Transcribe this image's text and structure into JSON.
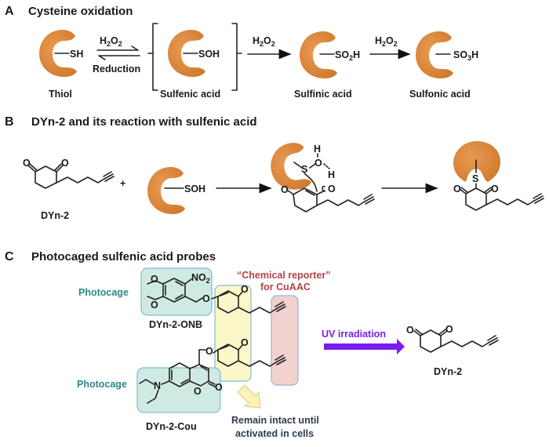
{
  "colors": {
    "protein": "#de8a3c",
    "photocage_text": "#2a8a88",
    "reporter_text": "#b04545",
    "uv_arrow": "#7a1cf0",
    "note_text": "#2c3a4d",
    "photocage_box": "#cfeae3",
    "core_box": "#fbf7c8",
    "reporter_box": "#f3d1cf"
  },
  "panel_a": {
    "letter": "A",
    "title": "Cysteine oxidation",
    "species": [
      {
        "group": "SH",
        "name": "Thiol"
      },
      {
        "group": "SOH",
        "name": "Sulfenic acid"
      },
      {
        "group": "SO2H",
        "group_main": "SO",
        "group_sub": "2",
        "group_tail": "H",
        "name": "Sulfinic acid"
      },
      {
        "group": "SO3H",
        "group_main": "SO",
        "group_sub": "3",
        "group_tail": "H",
        "name": "Sulfonic acid"
      }
    ],
    "reagent": {
      "main": "H",
      "sub1": "2",
      "mid": "O",
      "sub2": "2"
    },
    "reverse_label": "Reduction"
  },
  "panel_b": {
    "letter": "B",
    "title": "DYn-2 and its reaction with sulfenic acid",
    "reactant_name": "DYn-2",
    "plus": "+",
    "protein_group": "SOH",
    "atom_o": "O",
    "atom_s": "S",
    "atom_h": "H"
  },
  "panel_c": {
    "letter": "C",
    "title": "Photocaged  sulfenic acid probes",
    "photocage_label": "Photocage",
    "reporter_label_line1": "“Chemical reporter”",
    "reporter_label_line2": "for CuAAC",
    "probe1_name": "DYn-2-ONB",
    "probe2_name": "DYn-2-Cou",
    "uv_label": "UV irradiation",
    "product_name": "DYn-2",
    "note_line1": "Remain intact until",
    "note_line2": "activated in cells",
    "nitro": {
      "main": "NO",
      "sub": "2"
    },
    "atom_n": "N",
    "atom_o": "O"
  }
}
